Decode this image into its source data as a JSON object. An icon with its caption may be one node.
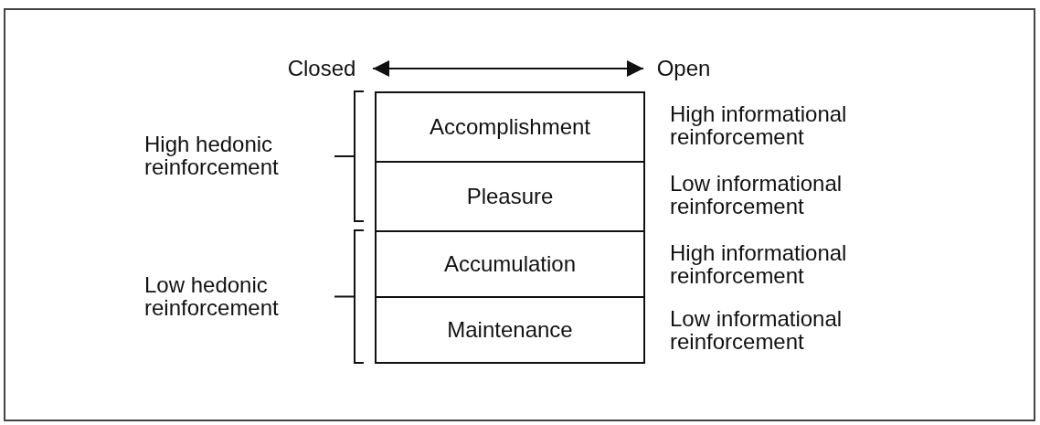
{
  "diagram": {
    "nodes": [
      {
        "text": [
          "Closed"
        ]
      },
      {
        "text": [
          "Open"
        ]
      },
      {
        "text": [
          "Accomplishment"
        ],
        "beside": [
          "High informational reinforcement"
        ]
      },
      {
        "text": [
          "Pleasure"
        ],
        "beside": [
          "Low informational reinforcement"
        ]
      },
      {
        "text": [
          "Accumulation"
        ],
        "beside": [
          "High informational reinforcement"
        ]
      },
      {
        "text": [
          "Maintenance"
        ],
        "beside": [
          "Low informational reinforcement"
        ]
      }
    ],
    "edges": [
      {
        "from": 0,
        "to": 1,
        "arrow": "both"
      }
    ],
    "labels": [
      "High hedonic reinforcement",
      "Low hedonic reinforcement"
    ]
  }
}
